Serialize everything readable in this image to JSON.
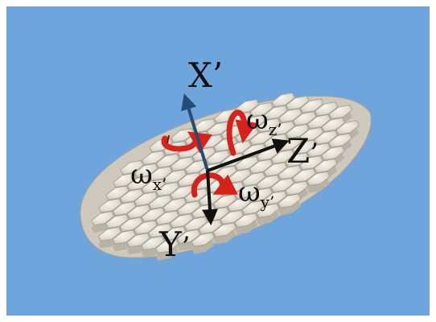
{
  "axes": {
    "x": {
      "label": "X",
      "prime": "’"
    },
    "y": {
      "label": "Y",
      "prime": "’"
    },
    "z": {
      "label": "Z",
      "prime": "’"
    }
  },
  "rotations": {
    "x": {
      "symbol": "ω",
      "sub": "x’"
    },
    "y": {
      "symbol": "ω",
      "sub": "y’"
    },
    "z": {
      "symbol": "ω",
      "sub": "z’"
    }
  },
  "colors": {
    "background": "#6ea5dc",
    "frame_border": "#ffffff",
    "particle_fill": "#e7e2d8",
    "particle_shade": "#b9b3a6",
    "x_axis": "#274b72",
    "y_axis": "#111111",
    "z_axis": "#111111",
    "rotation_arrow": "#d6221b"
  },
  "icons": {
    "disk": "hexagonal-particle-disk",
    "rotation": "curved-arrow"
  }
}
